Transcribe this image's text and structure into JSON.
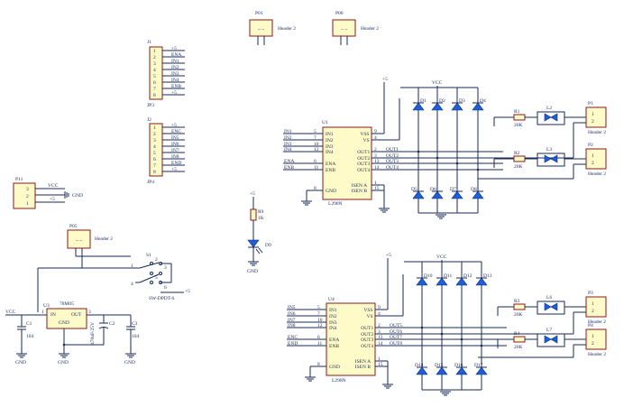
{
  "headers": {
    "p01": {
      "ref": "P01",
      "value": "Header 2"
    },
    "p00": {
      "ref": "P00",
      "value": "Header 2"
    },
    "p05": {
      "ref": "P05",
      "value": "Header 2"
    },
    "p1": {
      "ref": "P1",
      "value": "Header 2"
    },
    "p2": {
      "ref": "P2",
      "value": "Header 2"
    },
    "p3": {
      "ref": "P3",
      "value": "Header 2"
    },
    "p4": {
      "ref": "P4",
      "value": "Header 2"
    },
    "p11": {
      "ref": "P11"
    }
  },
  "jp3": {
    "ref": "J1",
    "foot": "JP3",
    "labels": [
      "+5",
      "ENA",
      "IN1",
      "IN2",
      "IN3",
      "IN4",
      "ENB",
      "+5"
    ],
    "pins": [
      "1",
      "2",
      "3",
      "4",
      "5",
      "6",
      "7",
      "8"
    ]
  },
  "jp4": {
    "ref": "J2",
    "foot": "JP4",
    "labels": [
      "+5",
      "ENC",
      "IN5",
      "IN6",
      "IN7",
      "IN8",
      "END",
      "+5"
    ],
    "pins": [
      "1",
      "2",
      "3",
      "4",
      "5",
      "6",
      "7",
      "8"
    ]
  },
  "p11": {
    "pins": [
      "3",
      "2",
      "1"
    ],
    "vcc": "VCC",
    "plus5": "+5",
    "gnd": "GND"
  },
  "u1": {
    "ref": "U1",
    "part": "L298N",
    "left_pins": [
      "IN1",
      "IN2",
      "IN3",
      "IN4",
      "ENA",
      "ENB",
      "GND"
    ],
    "left_nums": [
      "5",
      "7",
      "10",
      "12",
      "6",
      "11",
      "8"
    ],
    "right_pins": [
      "VSS",
      "VS",
      "OUT1",
      "OUT2",
      "OUT3",
      "OUT4",
      "ISEN A",
      "ISEN B"
    ],
    "right_nums": [
      "9",
      "4",
      "2",
      "3",
      "13",
      "14",
      "1",
      "15"
    ],
    "nets_in": [
      "IN1",
      "IN2",
      "IN3",
      "IN4",
      "ENA",
      "ENB"
    ],
    "nets_out": [
      "OUT1",
      "OUT2",
      "OUT3",
      "OUT4"
    ]
  },
  "u4": {
    "ref": "U4",
    "part": "L298N",
    "left_pins": [
      "IN1",
      "IN2",
      "IN3",
      "IN4",
      "ENA",
      "ENB",
      "GND"
    ],
    "left_nums": [
      "5",
      "7",
      "10",
      "12",
      "6",
      "11",
      "8"
    ],
    "right_pins": [
      "VSS",
      "VS",
      "OUT1",
      "OUT2",
      "OUT3",
      "OUT4",
      "ISEN A",
      "ISEN B"
    ],
    "right_nums": [
      "9",
      "4",
      "2",
      "3",
      "13",
      "14",
      "1",
      "15"
    ],
    "nets_in": [
      "IN5",
      "IN6",
      "IN7",
      "IN8",
      "ENC",
      "END"
    ],
    "nets_out": [
      "OUT5",
      "OUT6",
      "OUT7",
      "OUT8"
    ]
  },
  "top_diodes": [
    "D1",
    "D2",
    "D3",
    "D4"
  ],
  "bot_diodes": [
    "D5",
    "D6",
    "D7",
    "D8"
  ],
  "top_diodes2": [
    "D10",
    "D11",
    "D12",
    "D13"
  ],
  "bot_diodes2": [
    "D14",
    "D15",
    "D16",
    "D17"
  ],
  "r1": {
    "ref": "R1",
    "value": "20K"
  },
  "r2": {
    "ref": "R2",
    "value": "20K"
  },
  "r3": {
    "ref": "R3",
    "value": "20K"
  },
  "r4": {
    "ref": "R4",
    "value": "20K"
  },
  "leds": [
    "L2",
    "L3",
    "L6",
    "L7"
  ],
  "r9": {
    "ref": "R9",
    "value": "1K"
  },
  "d9": {
    "ref": "D9"
  },
  "s1": {
    "ref": "S1",
    "part": "SW-DPDT-6",
    "pins": [
      "1",
      "2",
      "3",
      "4",
      "5",
      "6"
    ]
  },
  "u3": {
    "ref": "U3",
    "part": "78M05",
    "in": "IN",
    "out": "OUT",
    "gnd": "GND"
  },
  "c1": {
    "ref": "C1",
    "value": "104"
  },
  "c2": {
    "ref": "C2",
    "value": "470uF/25V"
  },
  "c3": {
    "ref": "C3",
    "value": "104"
  },
  "nets": {
    "vcc": "VCC",
    "plus5": "+5",
    "gnd": "GND"
  }
}
